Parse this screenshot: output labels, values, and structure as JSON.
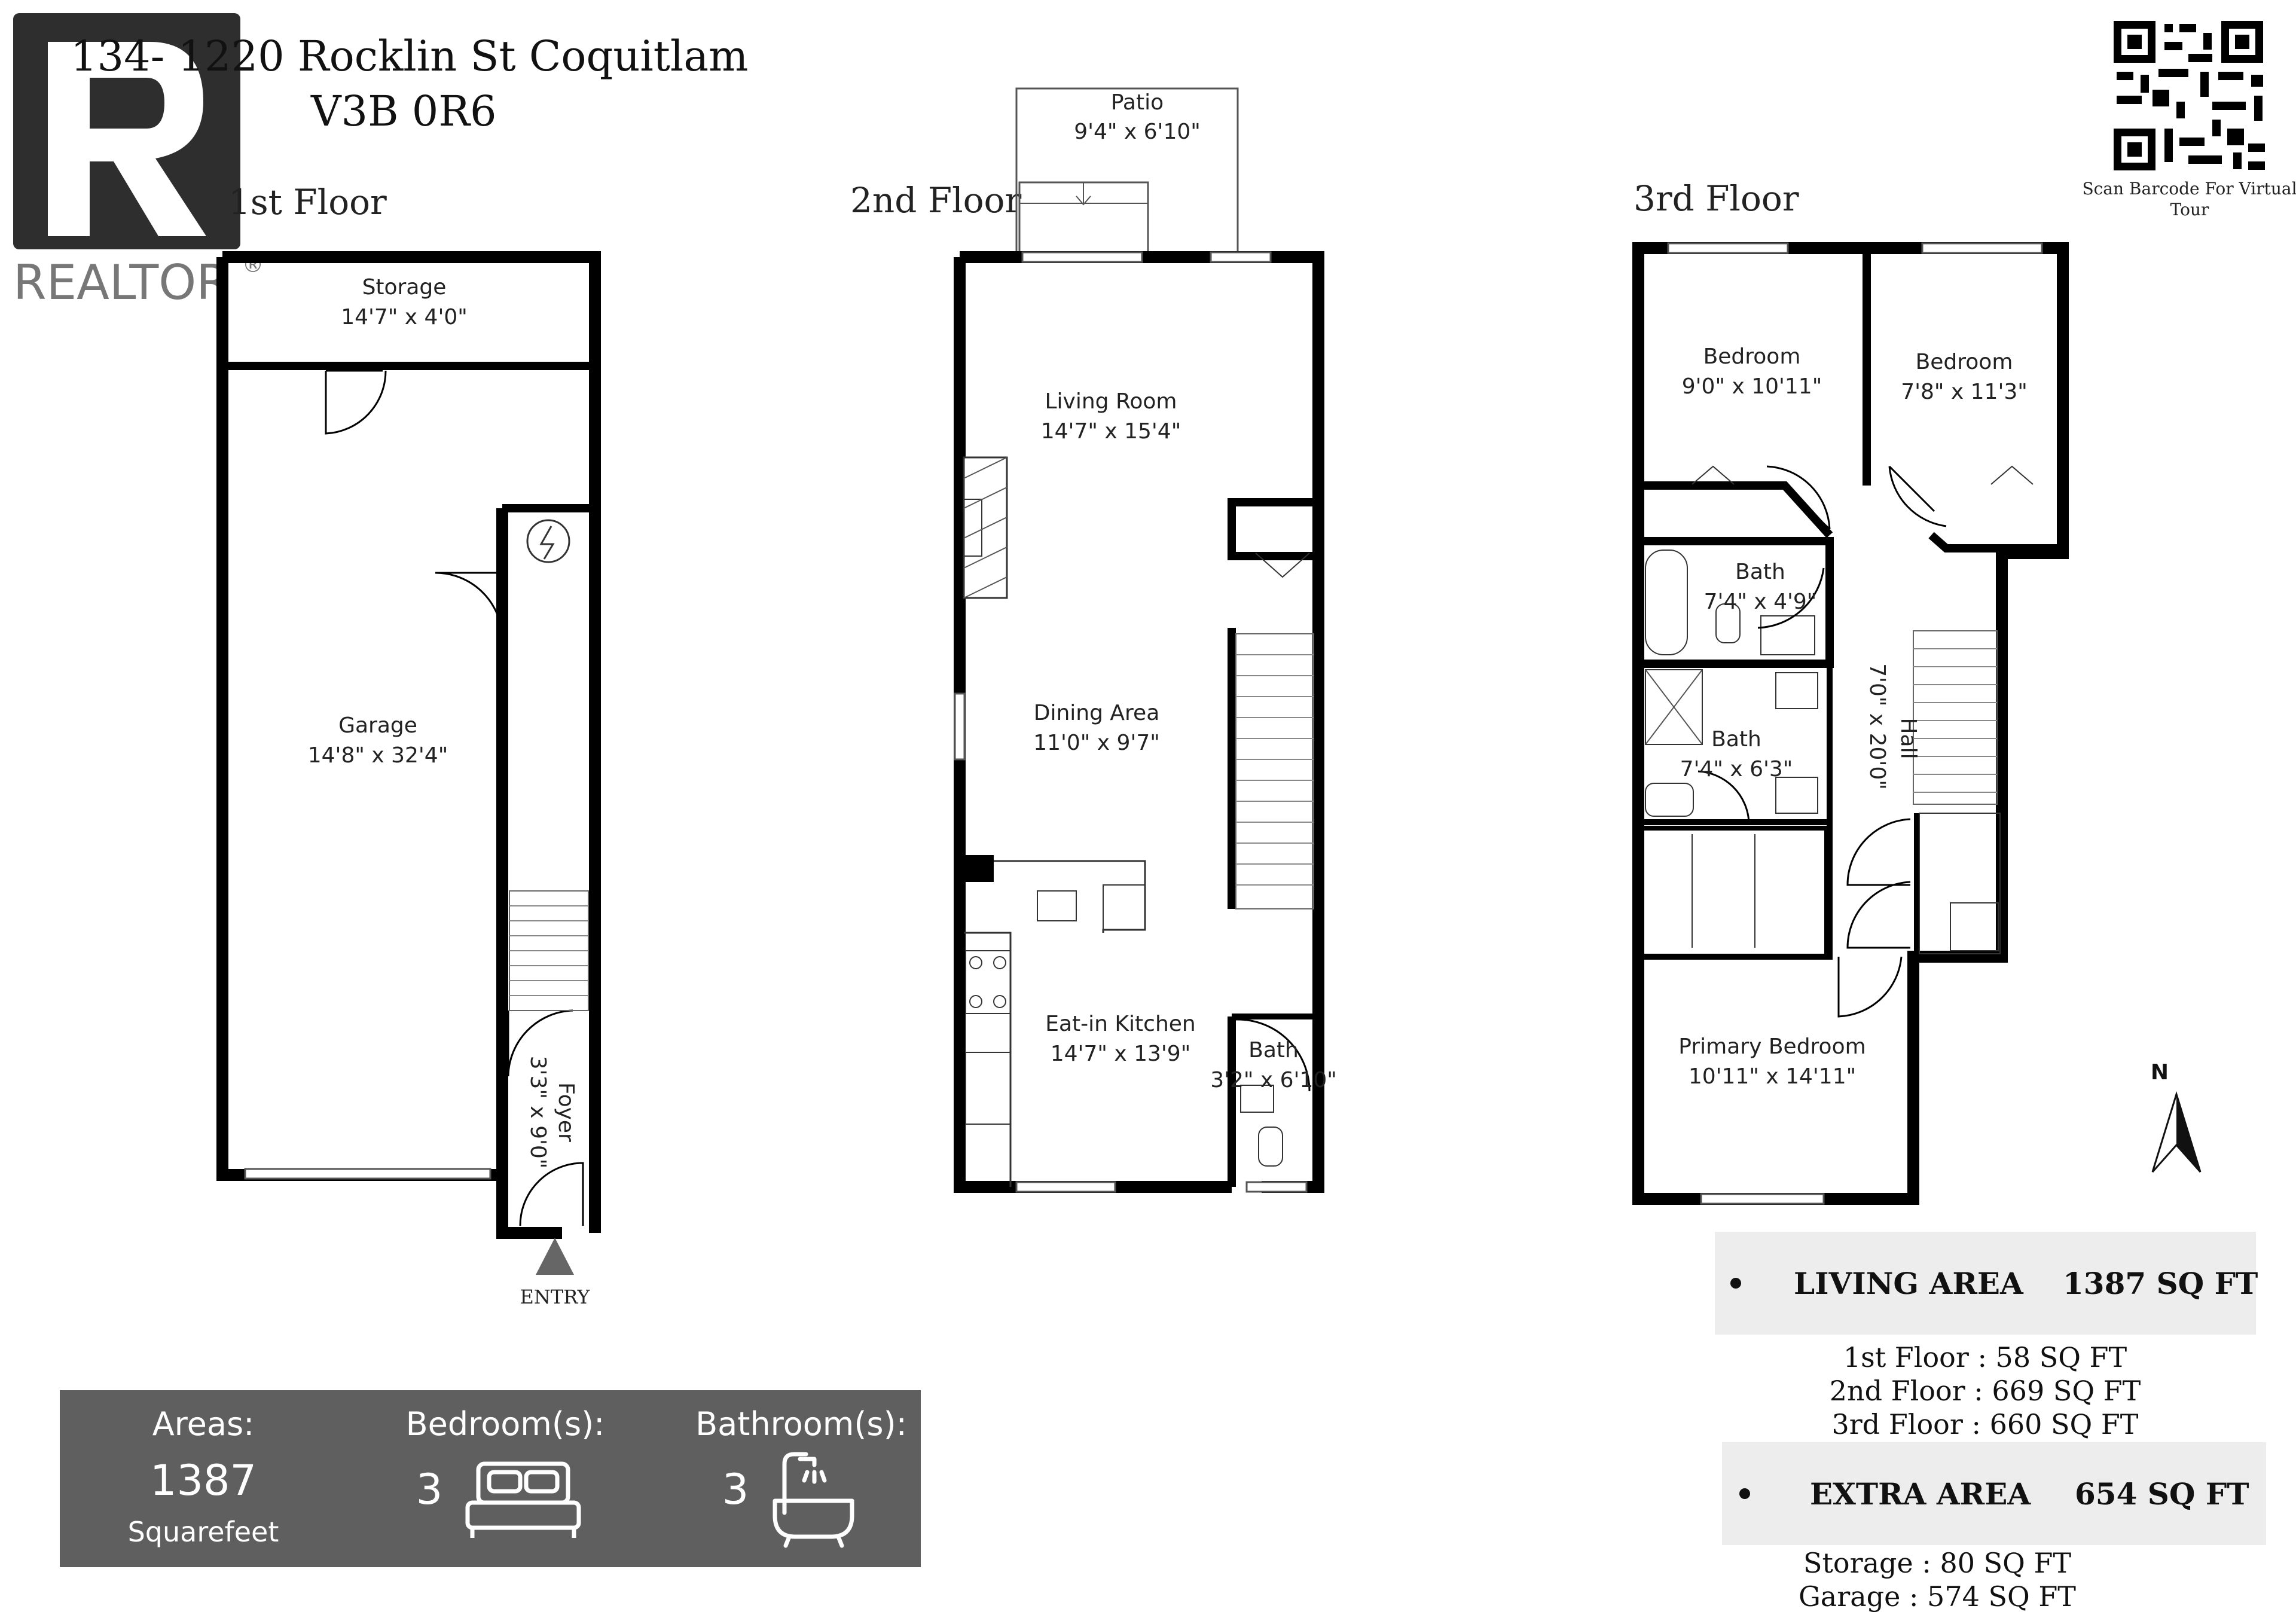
{
  "header": {
    "address_line1": "134- 1220 Rocklin St Coquitlam",
    "address_line2": "V3B 0R6",
    "realtor_mark": "REALTOR",
    "realtor_symbol": "®"
  },
  "qr": {
    "caption_line1": "Scan Barcode For Virtual",
    "caption_line2": "Tour"
  },
  "floors": {
    "first": {
      "title": "1st Floor",
      "rooms": {
        "storage": {
          "name": "Storage",
          "dims": "14'7\" x 4'0\""
        },
        "garage": {
          "name": "Garage",
          "dims": "14'8\" x 32'4\""
        },
        "foyer": {
          "name": "Foyer",
          "dims": "3'3\" x 9'0\""
        }
      },
      "entry": "ENTRY"
    },
    "second": {
      "title": "2nd Floor",
      "rooms": {
        "patio": {
          "name": "Patio",
          "dims": "9'4\" x 6'10\""
        },
        "living": {
          "name": "Living Room",
          "dims": "14'7\" x 15'4\""
        },
        "dining": {
          "name": "Dining Area",
          "dims": "11'0\" x 9'7\""
        },
        "kitchen": {
          "name": "Eat-in Kitchen",
          "dims": "14'7\" x 13'9\""
        },
        "bath": {
          "name": "Bath",
          "dims": "3'2\" x 6'10\""
        }
      }
    },
    "third": {
      "title": "3rd Floor",
      "rooms": {
        "bedroom1": {
          "name": "Bedroom",
          "dims": "9'0\" x 10'11\""
        },
        "bedroom2": {
          "name": "Bedroom",
          "dims": "7'8\" x 11'3\""
        },
        "bath1": {
          "name": "Bath",
          "dims": "7'4\" x 4'9\""
        },
        "bath2": {
          "name": "Bath",
          "dims": "7'4\" x 6'3\""
        },
        "hall": {
          "name": "Hall",
          "dims": "7'0\" x 20'0\""
        },
        "primary": {
          "name": "Primary Bedroom",
          "dims": "10'11\" x 14'11\""
        }
      }
    }
  },
  "compass": {
    "label": "N"
  },
  "summary": {
    "living_area": {
      "label": "LIVING AREA",
      "value": "1387 SQ FT"
    },
    "living_breakdown": [
      "1st Floor : 58 SQ FT",
      "2nd Floor : 669 SQ FT",
      "3rd Floor : 660 SQ FT"
    ],
    "extra_area": {
      "label": "EXTRA AREA",
      "value": "654 SQ FT"
    },
    "extra_breakdown": [
      "Storage :  80 SQ FT",
      "Garage :  574 SQ FT"
    ]
  },
  "stats_panel": {
    "areas_label": "Areas:",
    "areas_value": "1387",
    "areas_unit": "Squarefeet",
    "bedrooms_label": "Bedroom(s):",
    "bedrooms_value": "3",
    "bathrooms_label": "Bathroom(s):",
    "bathrooms_value": "3",
    "background": "#5f5f5f"
  },
  "icons": [
    "realtor-logo-icon",
    "qr-code-icon",
    "compass-north-icon",
    "bed-icon",
    "bathtub-icon",
    "entry-arrow-icon",
    "electrical-panel-icon"
  ]
}
